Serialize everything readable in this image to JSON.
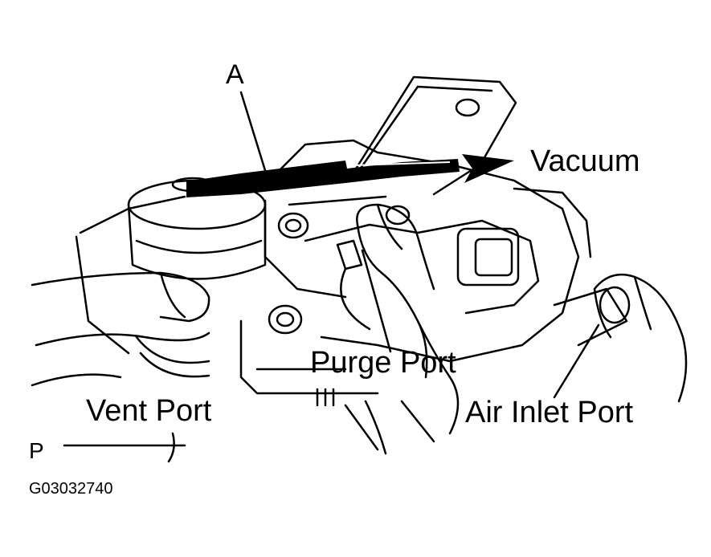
{
  "labels": {
    "a": "A",
    "vacuum": "Vacuum",
    "purge_port": "Purge Port",
    "vent_port": "Vent Port",
    "air_inlet_port": "Air Inlet Port",
    "view": "P",
    "figure_code": "G03032740"
  },
  "icons": {
    "vacuum_arrow": "arrow-right-icon",
    "left_hand": "hand-icon",
    "center_hand": "hand-icon",
    "right_hand": "hand-icon",
    "bolt": "bolt-icon"
  },
  "colors": {
    "ink": "#000000",
    "paper": "#ffffff"
  }
}
